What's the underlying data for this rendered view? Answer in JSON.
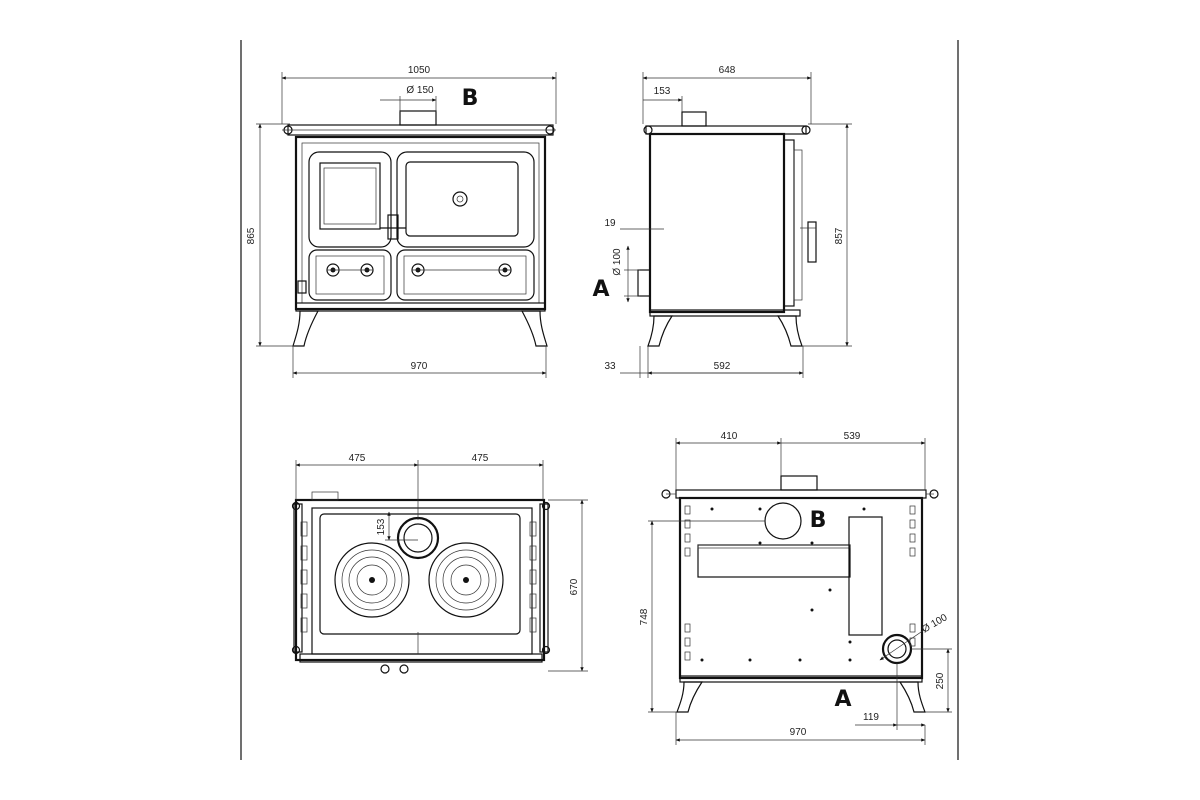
{
  "labels": {
    "a": "A",
    "b": "B"
  },
  "front_view": {
    "width_top": "1050",
    "flue_diameter": "Ø 150",
    "height": "865",
    "width_base": "970"
  },
  "side_view": {
    "depth_top": "648",
    "flue_offset": "153",
    "rear_offset": "19",
    "inlet_diameter": "Ø 100",
    "height": "857",
    "leg_offset": "33",
    "depth_base": "592"
  },
  "top_view": {
    "left_half": "475",
    "right_half": "475",
    "flue_offset": "153",
    "depth": "670"
  },
  "rear_view": {
    "flue_left": "410",
    "flue_right": "539",
    "height": "748",
    "inlet_diameter": "Ø 100",
    "inlet_height": "250",
    "inlet_offset": "119",
    "width": "970"
  }
}
